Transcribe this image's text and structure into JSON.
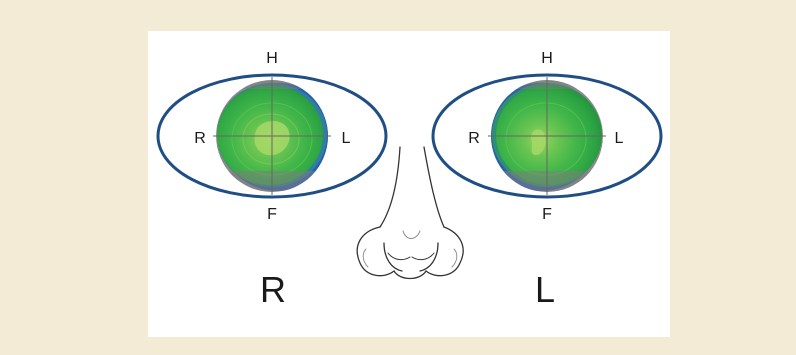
{
  "eyes": {
    "right": {
      "label": "R",
      "orientation": {
        "top": "H",
        "bottom": "F",
        "left": "R",
        "right": "L"
      }
    },
    "left": {
      "label": "L",
      "orientation": {
        "top": "H",
        "bottom": "F",
        "left": "R",
        "right": "L"
      }
    }
  },
  "colors": {
    "background": "#f3ebd5",
    "panel": "#ffffff",
    "eye_outline": "#1f4e86",
    "map_green": "#3cb84a",
    "map_light_green": "#8fce5a",
    "map_blue": "#2a5fb0",
    "map_gray": "#8a8a8a"
  },
  "icons": [
    "nose-illustration"
  ]
}
